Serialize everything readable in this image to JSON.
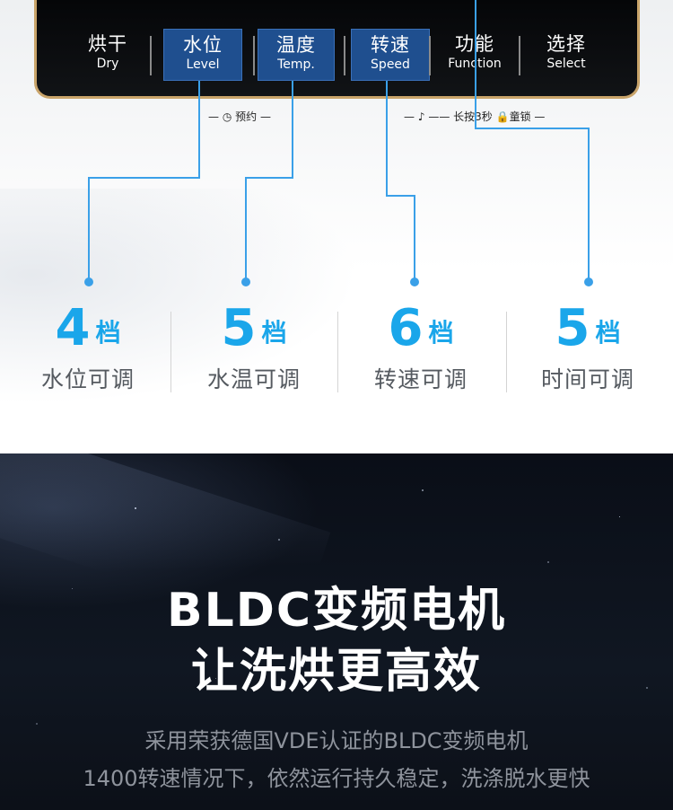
{
  "panel": {
    "buttons": [
      {
        "zh": "烘干",
        "en": "Dry",
        "highlighted": false
      },
      {
        "zh": "水位",
        "en": "Level",
        "highlighted": true
      },
      {
        "zh": "温度",
        "en": "Temp.",
        "highlighted": true
      },
      {
        "zh": "转速",
        "en": "Speed",
        "highlighted": true
      },
      {
        "zh": "功能",
        "en": "Function",
        "highlighted": false
      },
      {
        "zh": "选择",
        "en": "Select",
        "highlighted": false
      }
    ],
    "reservation_label": "预约",
    "child_lock_label": "长按3秒",
    "child_lock_suffix": "童锁"
  },
  "stats": [
    {
      "value": "4",
      "unit": "档",
      "desc": "水位可调"
    },
    {
      "value": "5",
      "unit": "档",
      "desc": "水温可调"
    },
    {
      "value": "6",
      "unit": "档",
      "desc": "转速可调"
    },
    {
      "value": "5",
      "unit": "档",
      "desc": "时间可调"
    }
  ],
  "motor": {
    "title_line1": "BLDC变频电机",
    "title_line2": "让洗烘更高效",
    "desc_line1": "采用荣获德国VDE认证的BLDC变频电机",
    "desc_line2": "1400转速情况下，依然运行持久稳定，洗涤脱水更快"
  },
  "colors": {
    "accent_blue": "#1aa6ea",
    "button_blue": "#1f4f8f",
    "panel_trim": "#c9a46a",
    "connector": "#3aa0e8"
  }
}
